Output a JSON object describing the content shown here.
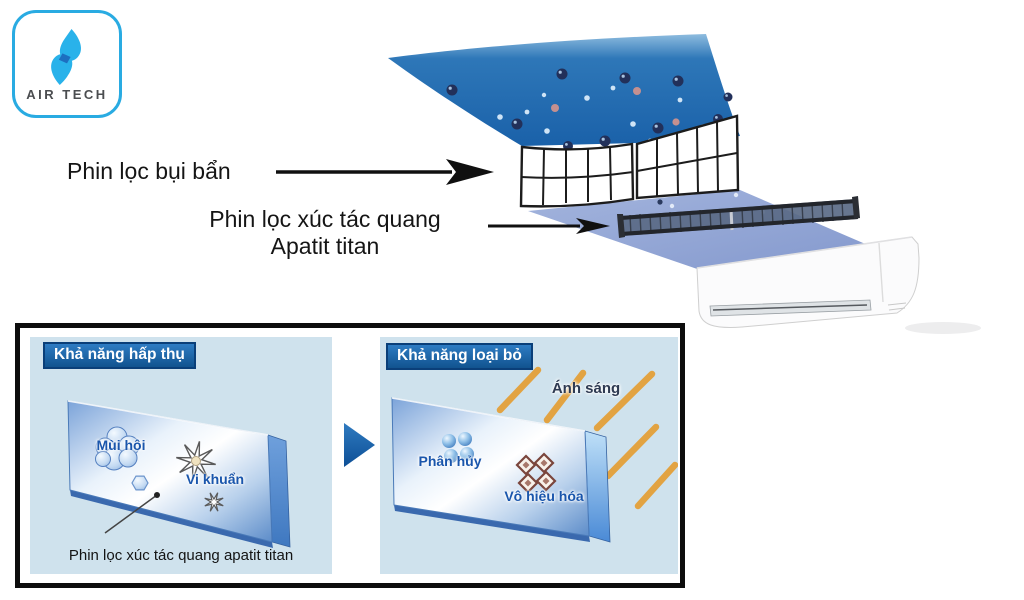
{
  "logo": {
    "brand": "AIR TECH"
  },
  "top_diagram": {
    "dust_filter_label": "Phin lọc bụi bẩn",
    "photo_filter_label_line1": "Phin lọc xúc tác quang",
    "photo_filter_label_line2": "Apatit titan"
  },
  "bottom": {
    "absorption": {
      "title": "Khả năng hấp thụ",
      "odor": "Mùi hôi",
      "bacteria": "Vi khuẩn",
      "caption": "Phin lọc xúc tác quang apatit titan"
    },
    "removal": {
      "title": "Khả năng loại bỏ",
      "light": "Ánh sáng",
      "decompose": "Phân hủy",
      "neutralize": "Vô hiệu hóa"
    }
  },
  "colors": {
    "accent_cyan": "#29abe2",
    "header_blue": "#11538f",
    "stream_blue": "#1a61a9",
    "clean_band_blue": "#93a7d6",
    "panel_bg": "#cfe2ed",
    "ray_orange": "#e2a342",
    "label_blue": "#1a56ac"
  }
}
